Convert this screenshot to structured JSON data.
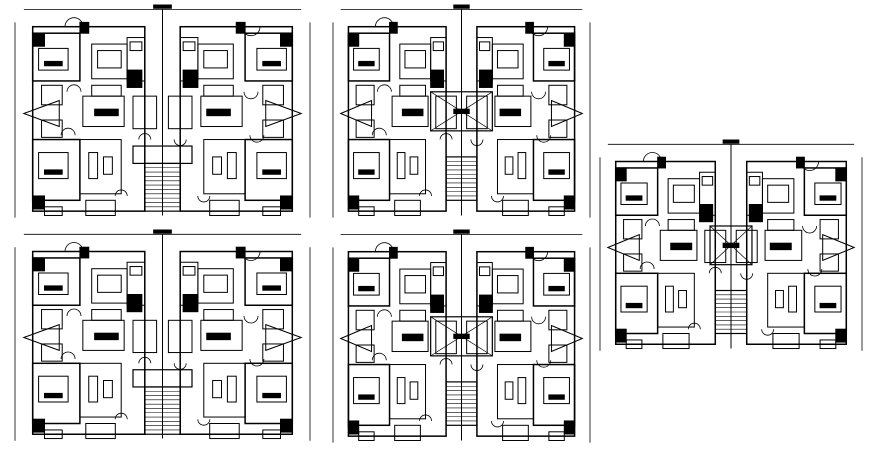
{
  "drawing": {
    "background": "#ffffff",
    "line_color": "#000000",
    "plans": [
      {
        "id": "plan-1",
        "variant": "twin-stair"
      },
      {
        "id": "plan-2",
        "variant": "central-lift"
      },
      {
        "id": "plan-3",
        "variant": "central-lift-compact"
      },
      {
        "id": "plan-4",
        "variant": "twin-stair"
      },
      {
        "id": "plan-5",
        "variant": "central-lift"
      }
    ]
  }
}
